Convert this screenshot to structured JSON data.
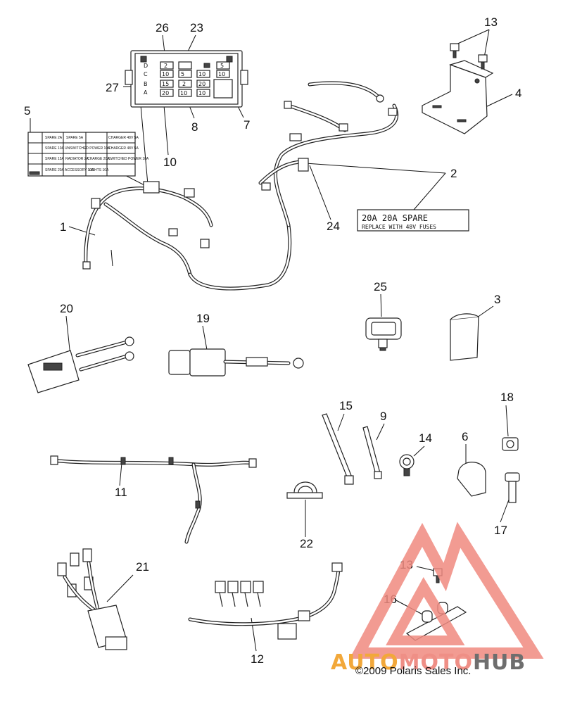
{
  "callouts": [
    "26",
    "23",
    "27",
    "5",
    "8",
    "7",
    "10",
    "13",
    "4",
    "2",
    "1",
    "24",
    "25",
    "3",
    "20",
    "19",
    "15",
    "9",
    "14",
    "6",
    "18",
    "11",
    "22",
    "17",
    "21",
    "13",
    "16",
    "12"
  ],
  "fuse_box": {
    "row_labels": [
      "D",
      "C",
      "B",
      "A"
    ],
    "cells": [
      "2",
      "5",
      "5",
      "10",
      "10",
      "10",
      "15",
      "2",
      "20",
      "20",
      "10",
      "10"
    ]
  },
  "fuse_chart": {
    "rows": [
      [
        "SPARE 2A",
        "SPARE 5A",
        "",
        "CHARGER 48V 5A"
      ],
      [
        "SPARE 10A",
        "UNSWITCHED POWER 10A",
        "",
        "CHARGER 48V 5A"
      ],
      [
        "SPARE 15A",
        "RADIATOR 2A",
        "CHARGE 20A",
        "SWITCHED POWER 10A"
      ],
      [
        "SPARE 20A",
        "ACCESSORY 10A",
        "LIGHTS 10A",
        ""
      ]
    ]
  },
  "fuse_label_2": {
    "line1": "20A      20A   SPARE",
    "line2": "REPLACE WITH 48V FUSES"
  },
  "copyright": "©2009 Polaris Sales Inc.",
  "watermark": {
    "part1": "AUTO",
    "part2": "MOTO",
    "part3": "HUB"
  }
}
